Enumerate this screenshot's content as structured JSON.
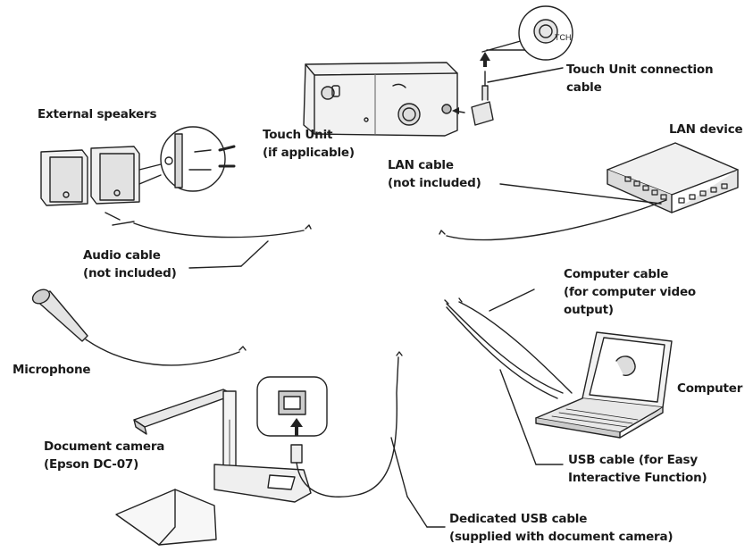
{
  "labels": {
    "touch_unit_connection_cable": [
      "Touch Unit connection",
      "cable"
    ],
    "touch_unit": [
      "Touch Unit",
      "(if applicable)"
    ],
    "external_speakers": [
      "External speakers"
    ],
    "lan_device": [
      "LAN device"
    ],
    "lan_cable": [
      "LAN cable",
      "(not included)"
    ],
    "audio_cable": [
      "Audio cable",
      "(not included)"
    ],
    "computer_cable": [
      "Computer cable",
      "(for computer video",
      "output)"
    ],
    "microphone": [
      "Microphone"
    ],
    "computer": [
      "Computer"
    ],
    "document_camera": [
      "Document camera",
      "(Epson DC-07)"
    ],
    "usb_cable": [
      "USB cable (for Easy",
      "Interactive Function)"
    ],
    "dedicated_usb_cable": [
      "Dedicated USB cable",
      "(supplied with document camera)"
    ]
  },
  "connector_text": "TCH"
}
